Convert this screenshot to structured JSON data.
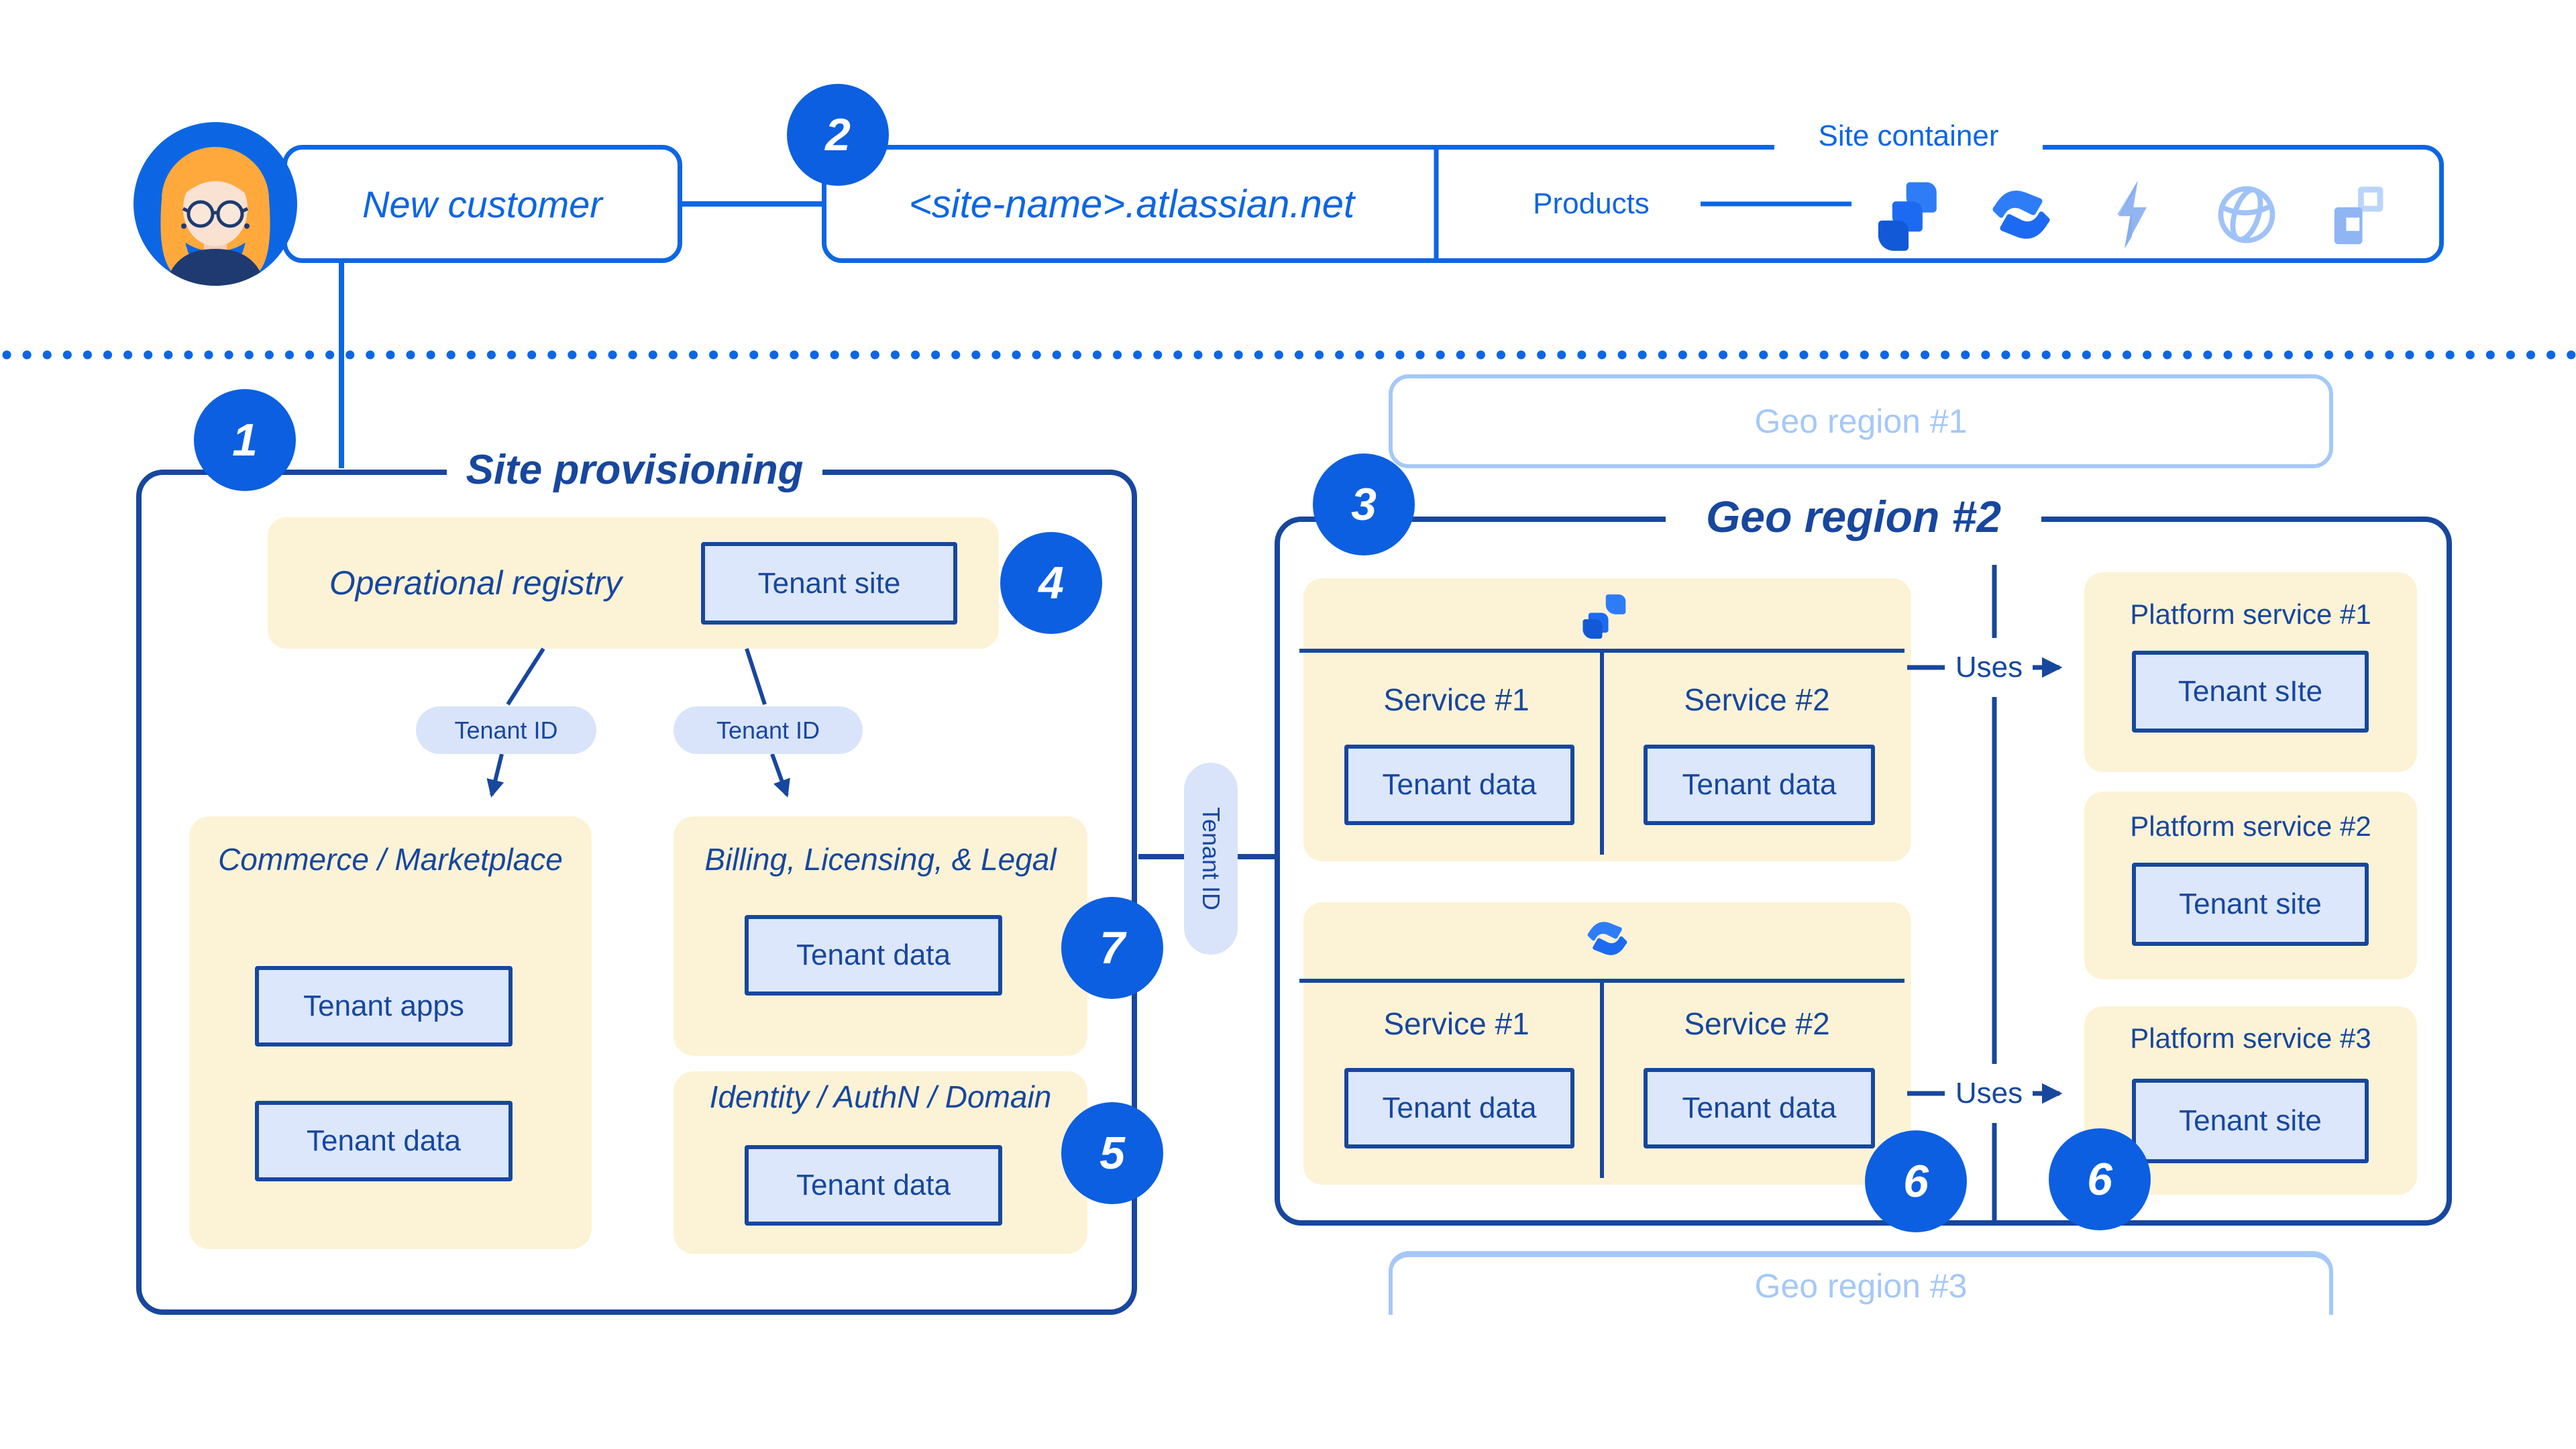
{
  "colors": {
    "bright": "#0C66E4",
    "badge": "#0C5FE0",
    "navy": "#17479E",
    "navy-border": "#17479E",
    "cream": "#FCF3D6",
    "tenant-fill": "#DCE7FB",
    "pill-fill": "#D9E4FA",
    "faded": "#A5C8F7",
    "bg": "#FFFFFF"
  },
  "badges": {
    "n1": "1",
    "n2": "2",
    "n3": "3",
    "n4": "4",
    "n5": "5",
    "n6a": "6",
    "n6b": "6",
    "n7": "7"
  },
  "header": {
    "new_customer": "New customer",
    "site_name": "<site-name>.atlassian.net",
    "site_container": "Site container",
    "products_label": "Products",
    "product_icons": [
      "jira-icon",
      "confluence-icon",
      "bolt-icon",
      "globe-icon",
      "grid-icon"
    ]
  },
  "site_provisioning": {
    "title": "Site provisioning",
    "registry": {
      "title": "Operational registry",
      "tenant_site": "Tenant site"
    },
    "tenant_id_left": "Tenant ID",
    "tenant_id_right": "Tenant ID",
    "commerce": {
      "title": "Commerce / Marketplace",
      "tenant_apps": "Tenant apps",
      "tenant_data": "Tenant data"
    },
    "billing": {
      "title": "Billing, Licensing, & Legal",
      "tenant_data": "Tenant data"
    },
    "identity": {
      "title": "Identity / AuthN / Domain",
      "tenant_data": "Tenant data"
    }
  },
  "tenant_link": {
    "label": "Tenant ID"
  },
  "geo_region_1": {
    "label": "Geo region #1"
  },
  "geo_region_2": {
    "title": "Geo region #2",
    "uses_1": "Uses",
    "uses_2": "Uses",
    "products": [
      {
        "icon": "jira-icon",
        "services": [
          {
            "label": "Service #1",
            "tenant": "Tenant data"
          },
          {
            "label": "Service #2",
            "tenant": "Tenant data"
          }
        ]
      },
      {
        "icon": "confluence-icon",
        "services": [
          {
            "label": "Service #1",
            "tenant": "Tenant data"
          },
          {
            "label": "Service #2",
            "tenant": "Tenant data"
          }
        ]
      }
    ],
    "platform": [
      {
        "title": "Platform service #1",
        "tenant": "Tenant sIte"
      },
      {
        "title": "Platform service #2",
        "tenant": "Tenant site"
      },
      {
        "title": "Platform service #3",
        "tenant": "Tenant site"
      }
    ]
  },
  "geo_region_3": {
    "label": "Geo region #3"
  }
}
